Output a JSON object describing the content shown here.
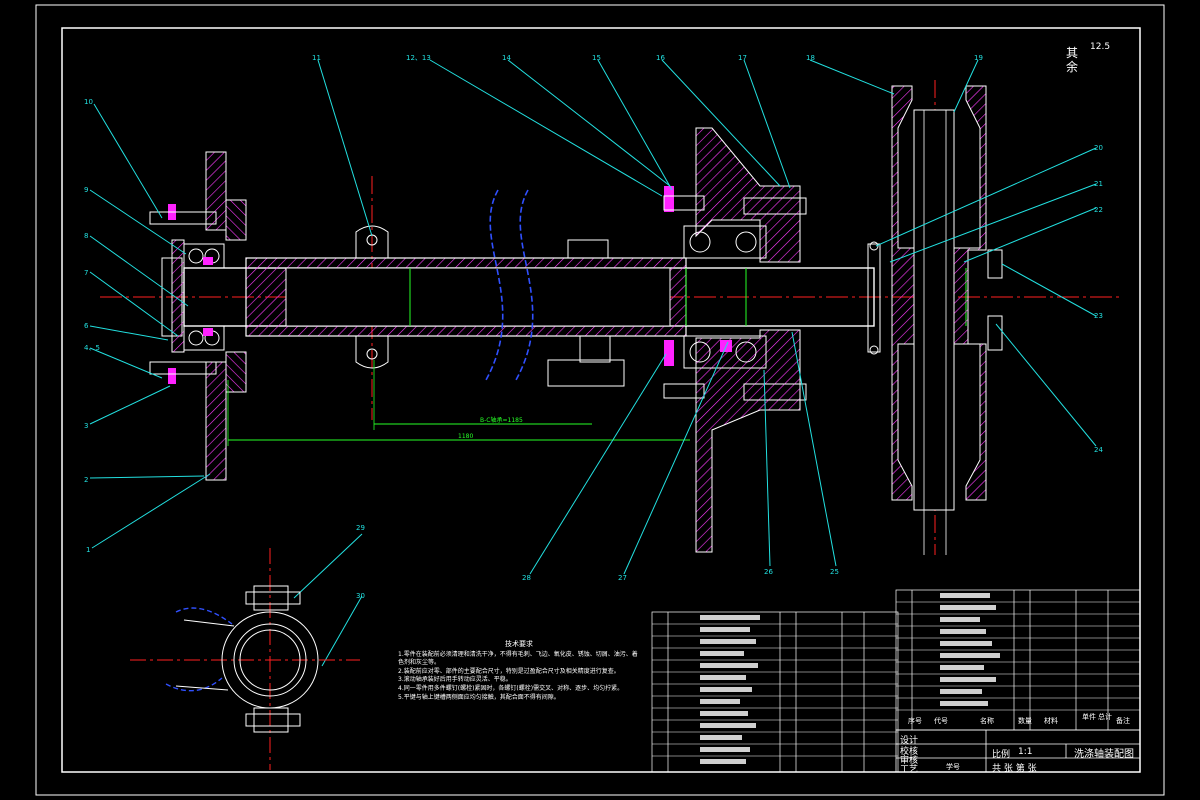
{
  "drawing": {
    "title": "洗涤轴装配图",
    "scale_label": "比例",
    "scale_value": "1:1",
    "total_label": "共  张  第  张",
    "roles": [
      "设计",
      "校核",
      "审核",
      "工艺"
    ],
    "student_label": "学号",
    "surface_finish": {
      "symbol_text": "其余",
      "value": "12.5"
    },
    "balloons": [
      "1",
      "2",
      "3",
      "4、5",
      "6",
      "7",
      "8",
      "9",
      "10",
      "11",
      "12、13",
      "14",
      "15",
      "16",
      "17",
      "18",
      "19",
      "20",
      "21",
      "22",
      "23",
      "24",
      "25",
      "26",
      "27",
      "28",
      "29",
      "30"
    ],
    "dimensions": {
      "overall_length": "1180",
      "span": "B-C轴承=1185"
    },
    "notes_title": "技术要求",
    "notes": [
      "1.零件在装配前必须清理和清洗干净，不得有毛刺、飞边、氧化皮、锈蚀、切屑、油污、着色剂和灰尘等。",
      "2.装配前应对零、部件的主要配合尺寸，特别是过盈配合尺寸及相关精度进行复查。",
      "3.滚动轴承装好后用手转动应灵活、平稳。",
      "4.同一零件用多件螺钉(螺栓)紧固时，各螺钉(螺栓)需交叉、对称、逐步、均匀拧紧。",
      "5.平键与轴上键槽两侧面应均匀接触，其配合面不得有间隙。"
    ],
    "parts_table_header": [
      "序号",
      "代号",
      "名称",
      "数量",
      "材料",
      "单件",
      "总计",
      "备注"
    ]
  }
}
